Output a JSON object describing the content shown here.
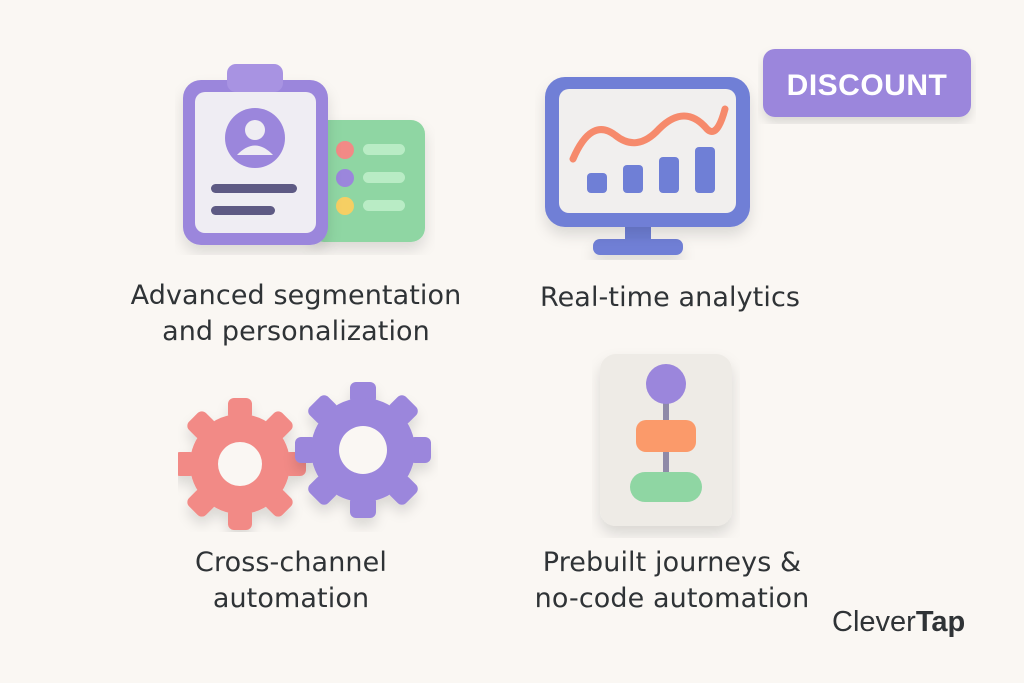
{
  "features": [
    {
      "id": "segmentation",
      "icon": "id-badge-icon",
      "lines": [
        "Advanced segmentation",
        "and personalization"
      ]
    },
    {
      "id": "analytics",
      "icon": "monitor-chart-icon",
      "lines": [
        "Real-time analytics"
      ],
      "badge": "DISCOUNT"
    },
    {
      "id": "automation",
      "icon": "gears-icon",
      "lines": [
        "Cross-channel",
        "automation"
      ]
    },
    {
      "id": "journeys",
      "icon": "flowchart-icon",
      "lines": [
        "Prebuilt journeys &",
        "no-code automation"
      ]
    }
  ],
  "brand": {
    "regular": "Clever",
    "bold": "Tap"
  },
  "colors": {
    "purple": "#9b86dc",
    "green": "#8fd6a3",
    "coral": "#f28a86",
    "orange": "#fb9a6a",
    "blue": "#6f7fd6",
    "background": "#faf7f3"
  }
}
